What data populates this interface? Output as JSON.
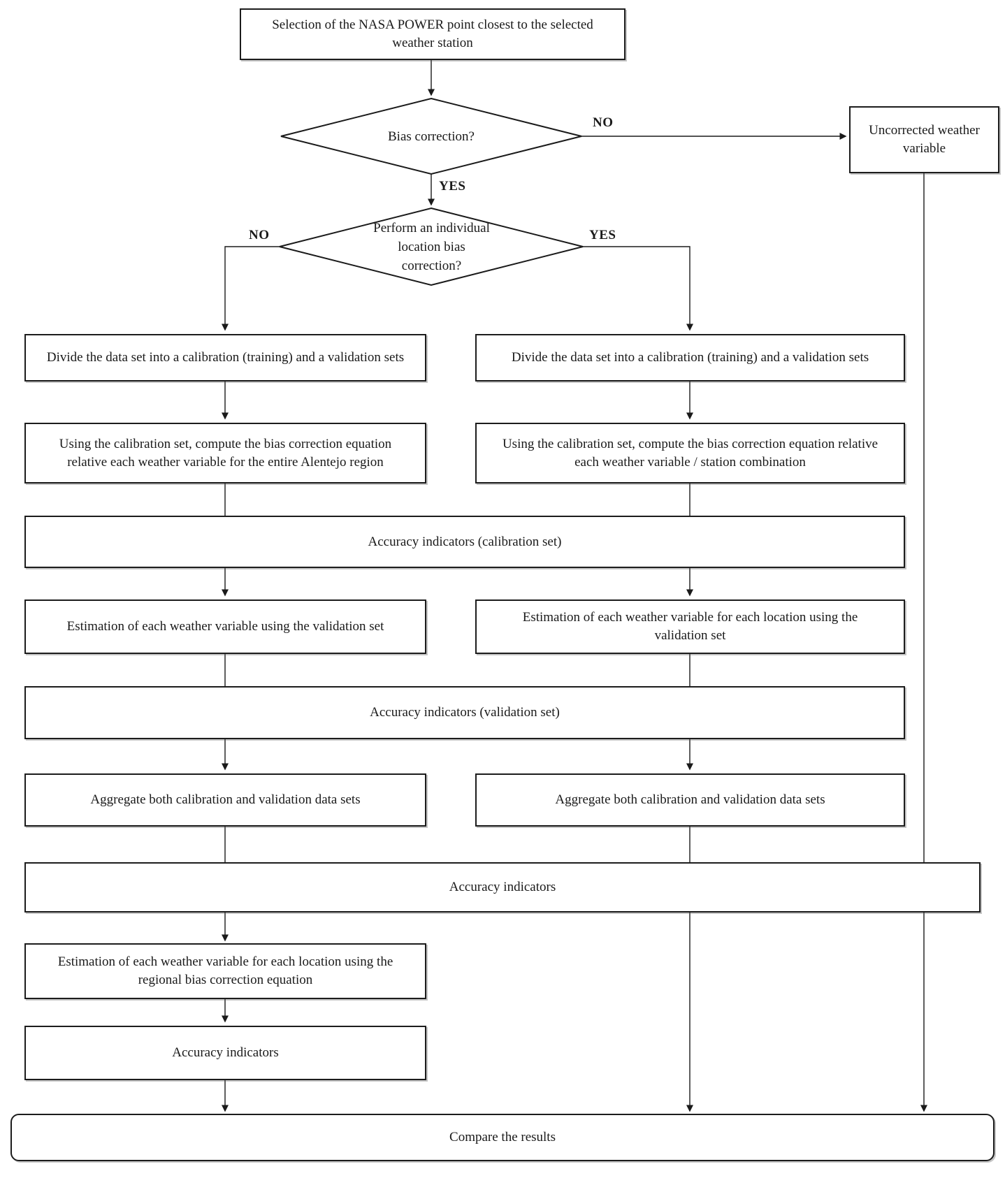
{
  "flowchart": {
    "start": "Selection of the NASA POWER point closest to the selected weather station",
    "decision_bias": {
      "question": "Bias correction?",
      "no_label": "NO",
      "yes_label": "YES"
    },
    "uncorrected_box": "Uncorrected weather variable",
    "decision_individual": {
      "question": "Perform an individual location bias correction?",
      "no_label": "NO",
      "yes_label": "YES"
    },
    "left_branch": {
      "divide": "Divide the data set into a calibration (training) and a validation sets",
      "compute": "Using the calibration set, compute the bias correction equation relative each weather variable for the entire Alentejo region",
      "estimate": "Estimation of each weather variable using the validation set",
      "aggregate": "Aggregate both calibration and validation data sets",
      "estimate_regional": "Estimation of each weather variable for each location using the regional bias correction equation",
      "accuracy": "Accuracy indicators"
    },
    "right_branch": {
      "divide": "Divide the data set into a calibration (training) and a validation sets",
      "compute": "Using the calibration set, compute the bias correction equation relative each weather variable / station combination",
      "estimate": "Estimation of each weather variable for each location using the validation set",
      "aggregate": "Aggregate both calibration and validation data sets"
    },
    "shared": {
      "accuracy_calibration": "Accuracy indicators (calibration set)",
      "accuracy_validation": "Accuracy indicators (validation set)",
      "accuracy_all": "Accuracy indicators"
    },
    "end_box": "Compare the results",
    "colors": {
      "line": "#1a1a1a",
      "border": "#1c1c1c",
      "background": "#ffffff"
    }
  }
}
